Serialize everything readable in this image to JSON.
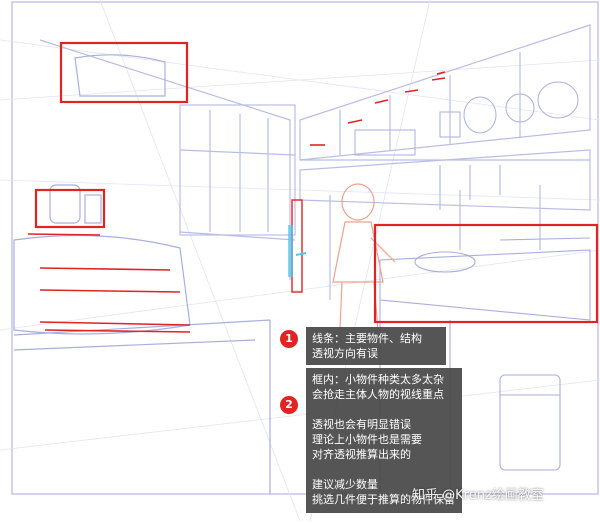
{
  "annotations": [
    {
      "number": "1",
      "text": "线条：主要物件、结构\n透视方向有误"
    },
    {
      "number": "2",
      "text": "框内：小物件种类太多太杂\n会抢走主体人物的视线重点\n\n透视也会有明显错误\n理论上小物件也是需要\n对齐透视推算出来的\n\n建议减少数量\n挑选几件便于推算的物件保留"
    }
  ],
  "watermark": "知乎 @Krenz绘画教室",
  "colors": {
    "sketch": "#b9bde6",
    "sketch_dark": "#8f94cf",
    "figure": "#f2a08e",
    "mark": "#e02424",
    "cyan": "#4dc9f0"
  }
}
